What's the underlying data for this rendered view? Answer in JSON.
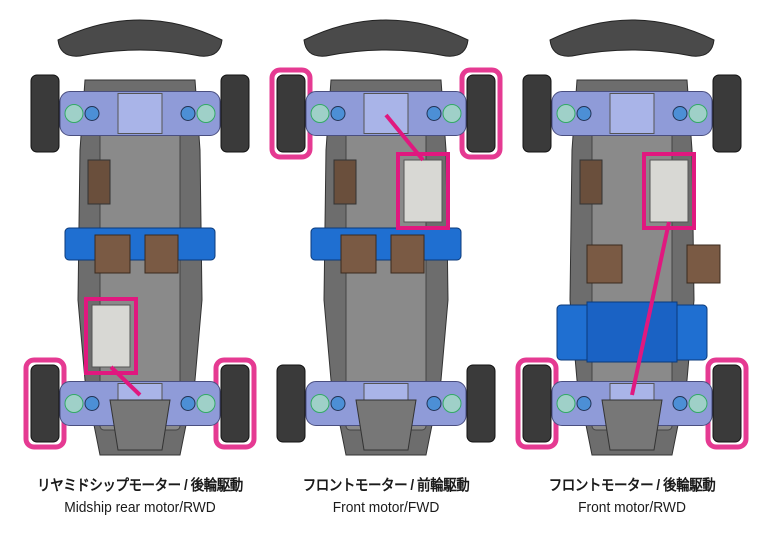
{
  "layouts": [
    {
      "caption_jp": "リヤミドシップモーター / 後輪駆動",
      "caption_en": "Midship rear motor/RWD",
      "driven_wheels": "rear",
      "motor_position": "mid-rear",
      "battery_position": "middle"
    },
    {
      "caption_jp": "フロントモーター / 前輪駆動",
      "caption_en": "Front motor/FWD",
      "driven_wheels": "front",
      "motor_position": "front",
      "battery_position": "middle"
    },
    {
      "caption_jp": "フロントモーター / 後輪駆動",
      "caption_en": "Front motor/RWD",
      "driven_wheels": "rear",
      "motor_position": "front",
      "battery_position": "rear"
    }
  ],
  "colors": {
    "drive_highlight": "#e0187f",
    "battery": "#1f6fd1",
    "suspension": "#8f9bd8",
    "chassis": "#6d6d6d",
    "tire": "#3a3a3a",
    "bumper": "#4a4a4a",
    "esc": "#7a5a44",
    "motor": "#d8d8d4"
  }
}
